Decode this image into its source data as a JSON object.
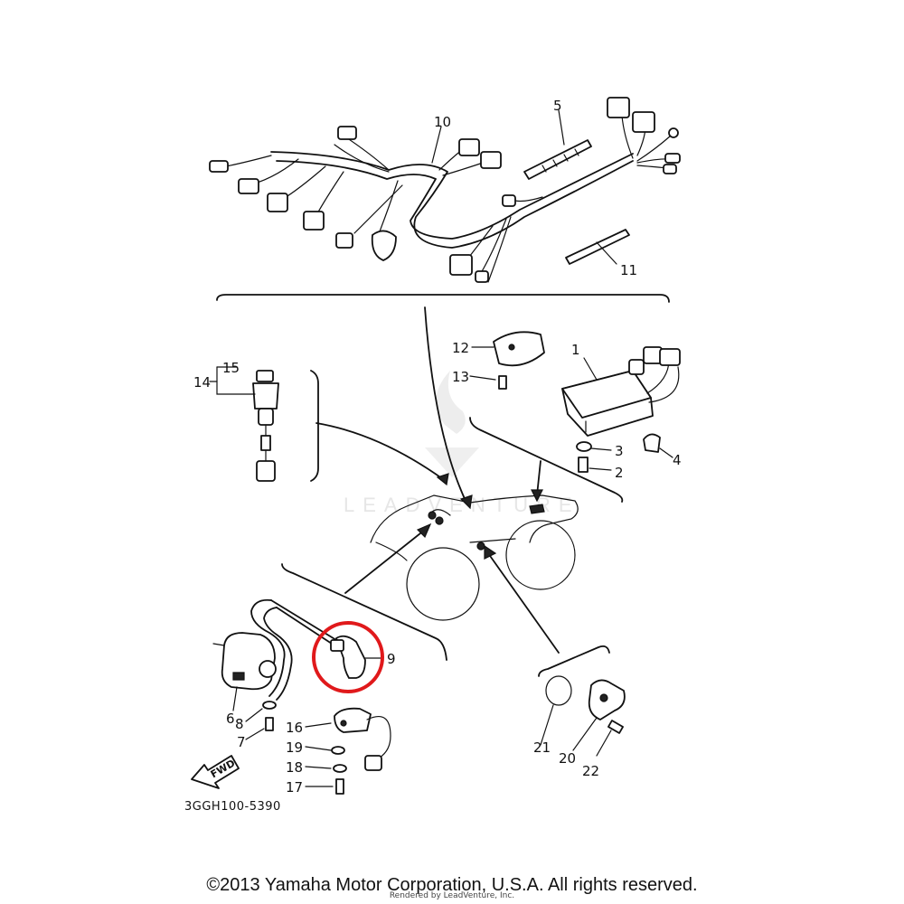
{
  "diagram": {
    "part_number": "3GGH100-5390",
    "fwd_label": "FWD",
    "watermark": "LEADVENTURE",
    "highlight_color": "#e0191b",
    "callouts": {
      "c1": "1",
      "c2": "2",
      "c3": "3",
      "c4": "4",
      "c5": "5",
      "c6": "6",
      "c7": "7",
      "c8": "8",
      "c9": "9",
      "c10": "10",
      "c11": "11",
      "c12": "12",
      "c13": "13",
      "c14": "14",
      "c15": "15",
      "c16": "16",
      "c17": "17",
      "c18": "18",
      "c19": "19",
      "c20": "20",
      "c21": "21",
      "c22": "22"
    }
  },
  "footer": {
    "copyright": "©2013 Yamaha Motor Corporation, U.S.A. All rights reserved.",
    "rendered_by": "Rendered by LeadVenture, Inc."
  }
}
